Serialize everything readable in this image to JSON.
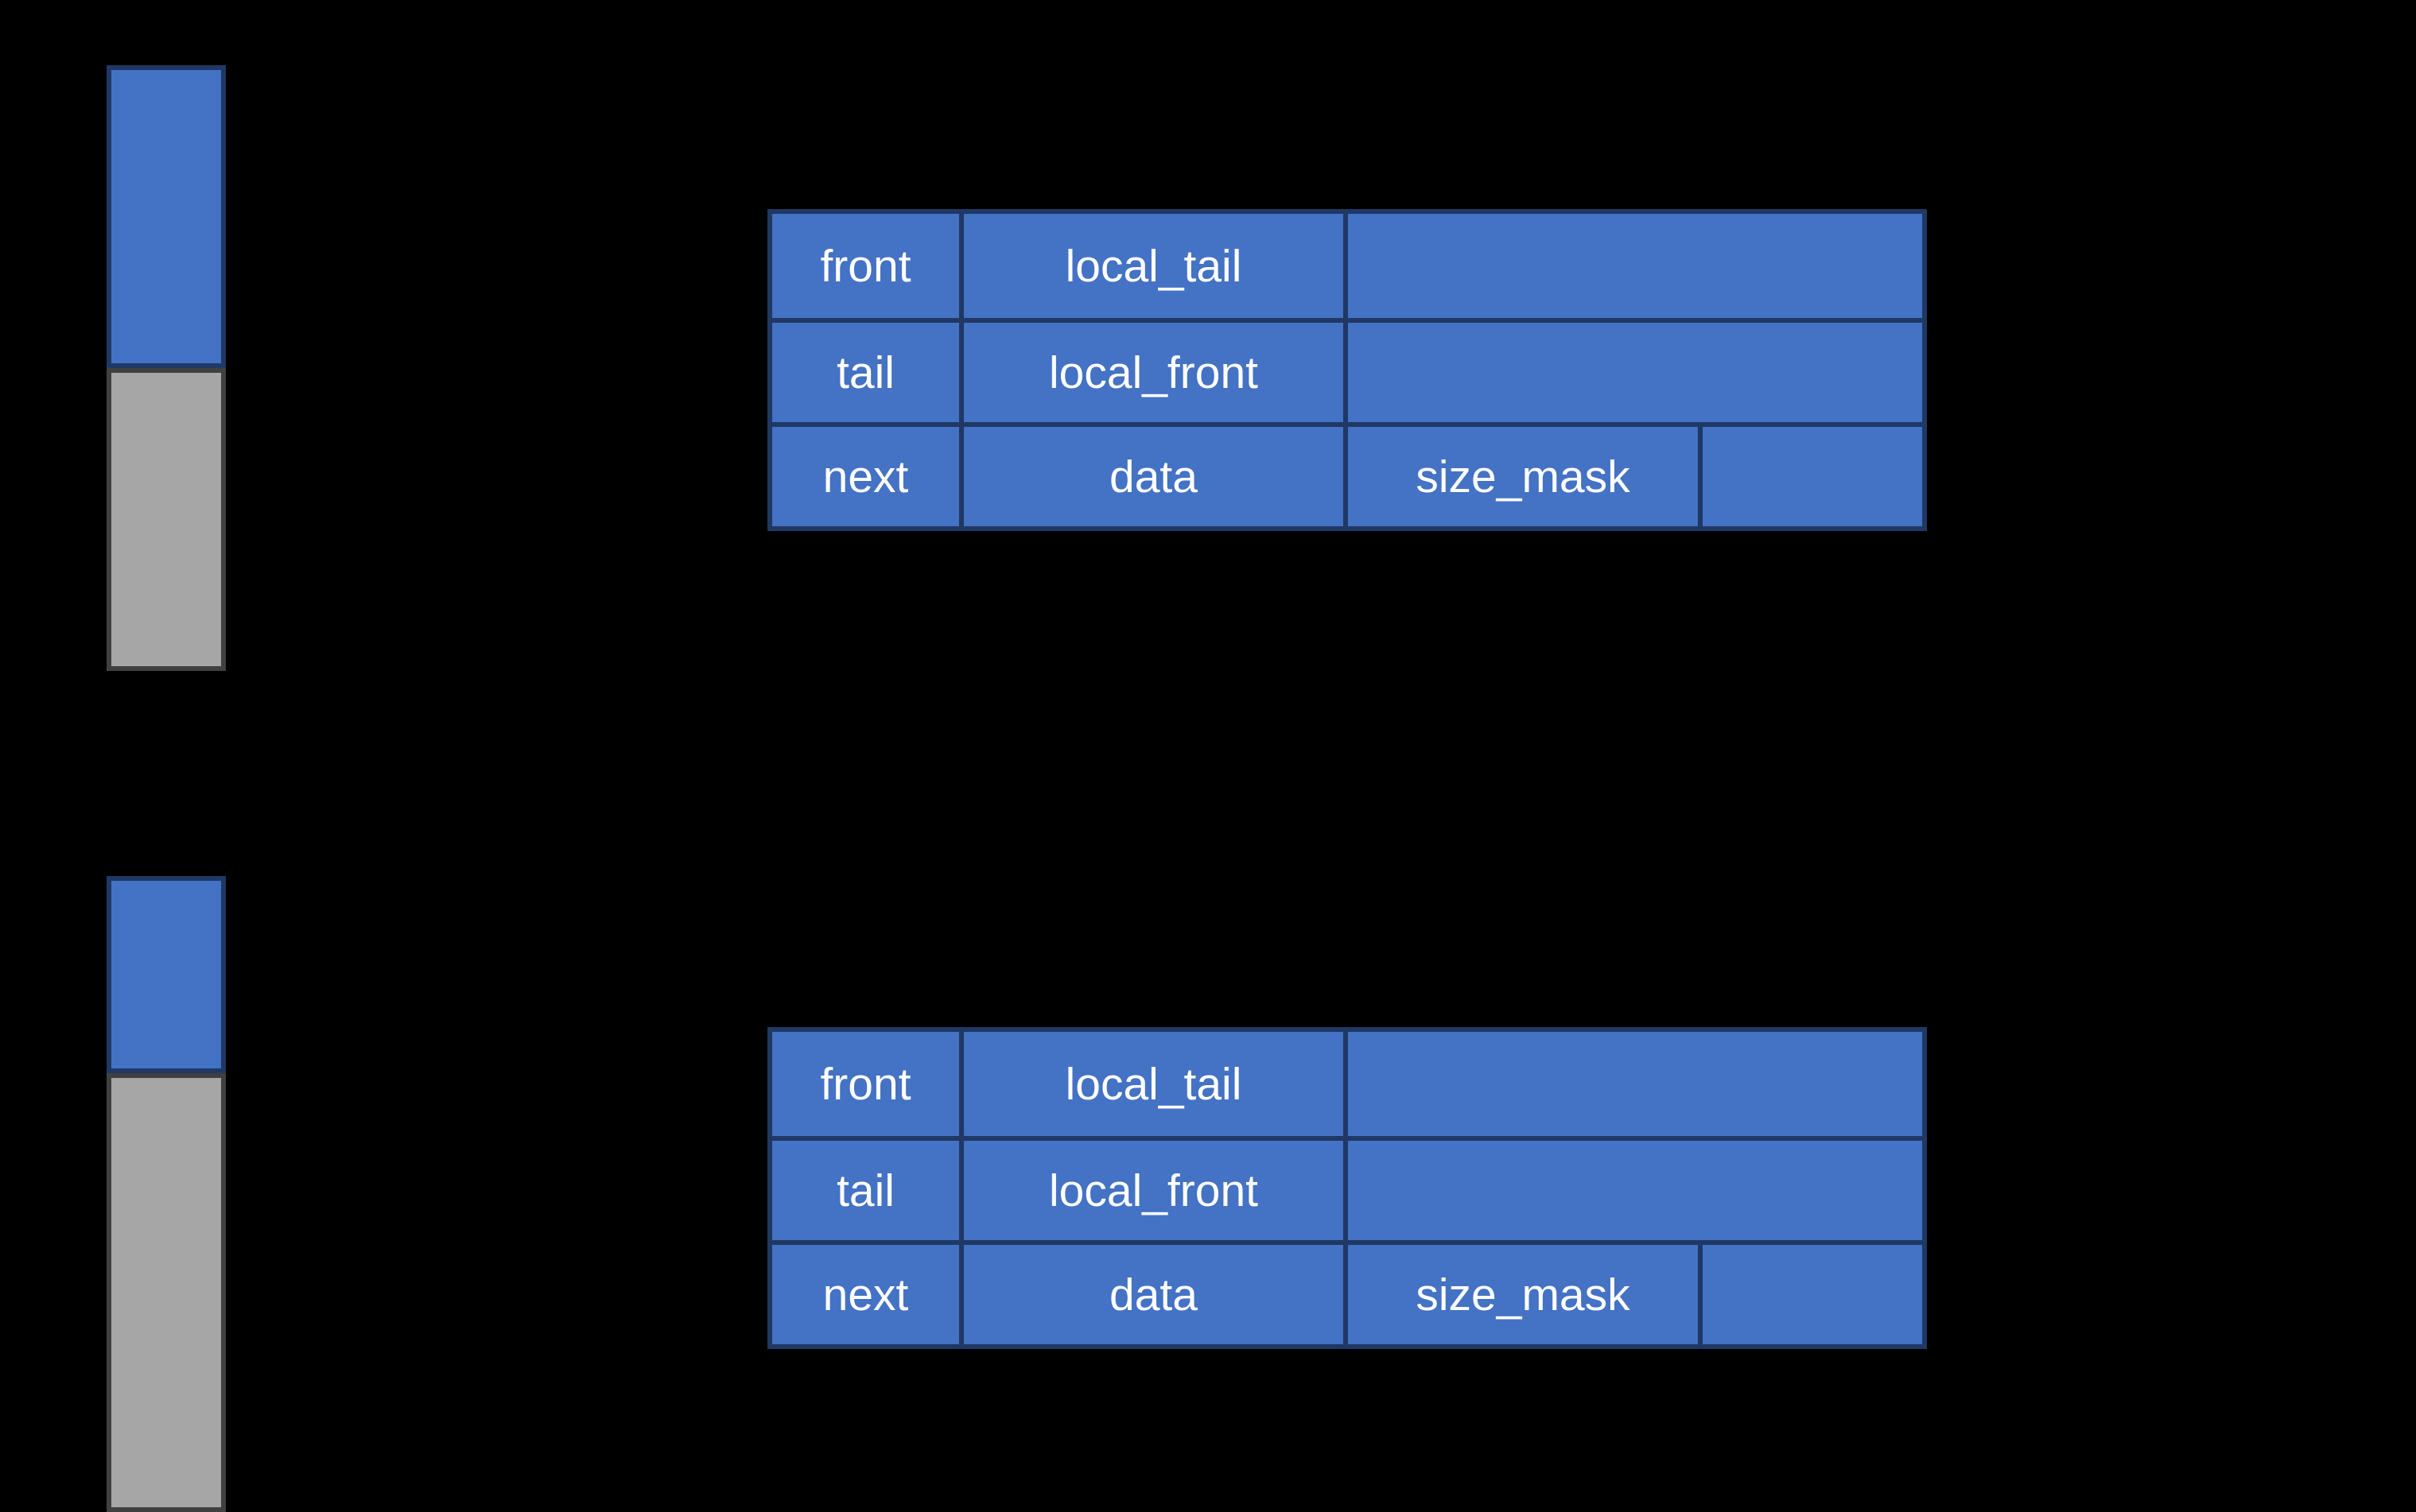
{
  "diagram": {
    "background_color": "#000000",
    "title": "",
    "palette": {
      "cell_fill": "#4472C4",
      "cell_border": "#1F3864",
      "bar_blue": "#4472C4",
      "bar_blue_border": "#1F3864",
      "bar_gray": "#A6A6A6",
      "bar_gray_border": "#404040",
      "text": "#FFFFFF"
    }
  },
  "memory_bars": [
    {
      "id": "bar-1",
      "segments": [
        {
          "label": "",
          "color_name": "blue",
          "fill": "#4472C4"
        },
        {
          "label": "",
          "color_name": "gray",
          "fill": "#A6A6A6"
        }
      ]
    },
    {
      "id": "bar-2",
      "segments": [
        {
          "label": "",
          "color_name": "blue",
          "fill": "#4472C4"
        },
        {
          "label": "",
          "color_name": "gray",
          "fill": "#A6A6A6"
        }
      ]
    }
  ],
  "tables": [
    {
      "id": "table-1",
      "rows": [
        {
          "cells": [
            {
              "text": "front"
            },
            {
              "text": "local_tail"
            },
            {
              "text": ""
            }
          ]
        },
        {
          "cells": [
            {
              "text": "tail"
            },
            {
              "text": "local_front"
            },
            {
              "text": ""
            }
          ]
        },
        {
          "cells": [
            {
              "text": "next"
            },
            {
              "text": "data"
            },
            {
              "text": "size_mask"
            },
            {
              "text": ""
            }
          ]
        }
      ]
    },
    {
      "id": "table-2",
      "rows": [
        {
          "cells": [
            {
              "text": "front"
            },
            {
              "text": "local_tail"
            },
            {
              "text": ""
            }
          ]
        },
        {
          "cells": [
            {
              "text": "tail"
            },
            {
              "text": "local_front"
            },
            {
              "text": ""
            }
          ]
        },
        {
          "cells": [
            {
              "text": "next"
            },
            {
              "text": "data"
            },
            {
              "text": "size_mask"
            },
            {
              "text": ""
            }
          ]
        }
      ]
    }
  ]
}
